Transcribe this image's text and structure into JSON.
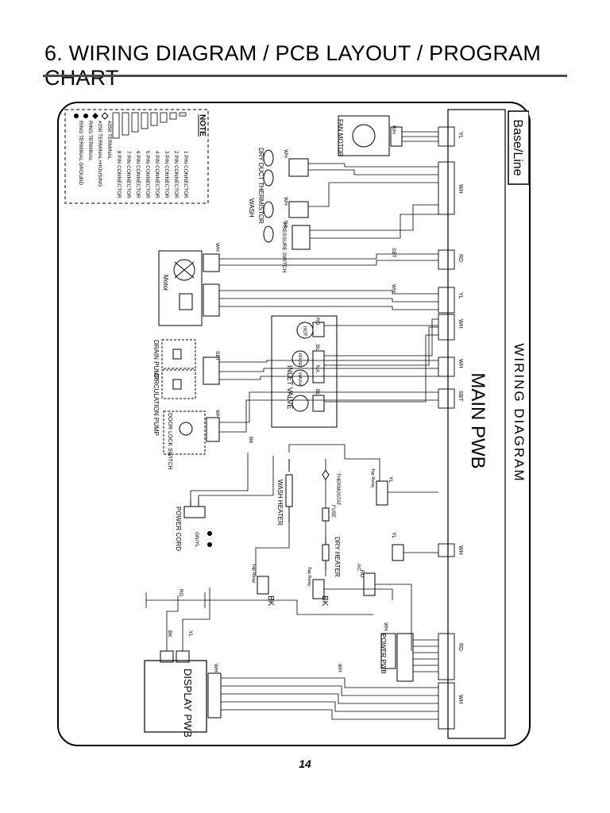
{
  "header": {
    "title": "6. WIRING DIAGRAM / PCB LAYOUT / PROGRAM CHART"
  },
  "footer": {
    "page_number": "14"
  },
  "diagram": {
    "section_label": "Base/Line",
    "subtitle": "WIRING  DIAGRAM",
    "main_board": "MAIN PWB",
    "display_board": "DISPLAY PWB",
    "power_board": "POWER PWB",
    "note": {
      "title": "NOTE",
      "items": [
        "1 PIN CONNECTOR",
        "2 PIN CONNECTOR",
        "3 PIN CONNECTOR",
        "4 PIN CONNECTOR",
        "5 PIN CONNECTOR",
        "6 PIN CONNECTOR",
        "7 PIN CONNECTOR",
        "8 PIN CONNECTOR",
        "#250 TERMINAL",
        "#250 TERMINAL+HOUSING",
        "RING TERMINAL",
        "RING TERMINAL GROUND"
      ]
    },
    "components": {
      "fan_motor": "FAN MOTOR",
      "dry_duct_thermistor": "DRY DUCT THERMISTOR",
      "wash_thermistor": "WASH",
      "pressure_switch": "PRESSURE SWITCH",
      "motor": "Motor",
      "inlet_valve": "INLET VALVE",
      "hot": "HOT",
      "rinse": "RINSE",
      "wash": "WASH",
      "drain_pump": "DRAIN PUMP",
      "circulation_pump": "CIRCULATION PUMP",
      "door_lock_switch": "DOOR LOCK SWITCH",
      "wash_heater": "WASH HEATER",
      "thermostat": "THERMOSTAT",
      "fuse": "FUSE",
      "dry_heater": "DRY HEATER",
      "power_cord": "POWER CORD",
      "tap_relay": "Tap Relay"
    },
    "wire_colors": {
      "wh": "WH",
      "yl": "YL",
      "rd": "RD",
      "bk": "BK",
      "bl": "BL",
      "na": "NA",
      "sbt": "SBT",
      "gn_yl": "GN/YL",
      "ac": "AC"
    }
  }
}
